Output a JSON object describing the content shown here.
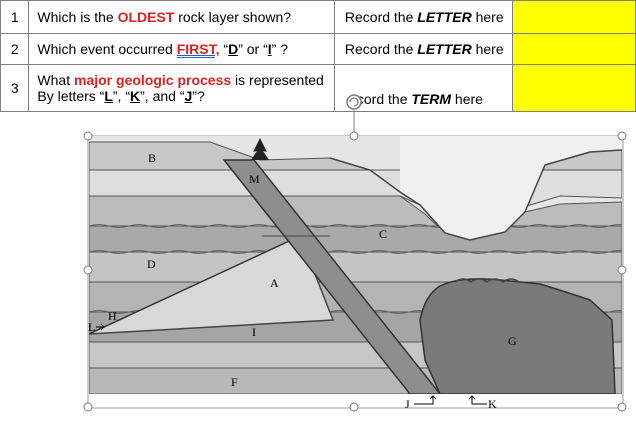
{
  "questions": [
    {
      "number": "1",
      "prompt_pre": "Which is the ",
      "prompt_key": "OLDEST",
      "prompt_post": " rock layer shown?",
      "record_pre": "Record the ",
      "record_key": "LETTER",
      "record_post": " here"
    },
    {
      "number": "2",
      "prompt_pre": "Which event occurred ",
      "prompt_key": "FIRST,",
      "prompt_mid1": " “",
      "letter_d": "D",
      "prompt_mid2": "”  or  “",
      "letter_i": "I",
      "prompt_post": "” ?",
      "record_pre": "Record the ",
      "record_key": "LETTER",
      "record_post": " here"
    },
    {
      "number": "3",
      "line1_pre": "What ",
      "line1_key": "major geologic process",
      "line1_post": " is represented",
      "line2_pre": "By letters “",
      "l": "L",
      "sep1": "”, “",
      "k": "K",
      "sep2": "”, and “",
      "j": "J",
      "line2_post": "”?",
      "record_pre": "cord the ",
      "record_key": "TERM",
      "record_post": " here"
    }
  ],
  "diagram": {
    "labels": {
      "B": "B",
      "M": "M",
      "C": "C",
      "D": "D",
      "A": "A",
      "H": "H",
      "I": "I",
      "G": "G",
      "F": "F",
      "L": "L",
      "J": "J",
      "K": "K"
    }
  },
  "colors": {
    "highlight": "#ffff00",
    "key_red": "#e02020"
  }
}
